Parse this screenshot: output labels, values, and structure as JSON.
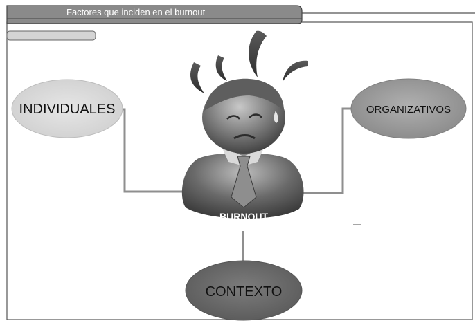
{
  "window": {
    "title": "Factores que inciden en el burnout"
  },
  "diagram": {
    "center_label": "BURNOUT",
    "nodes": {
      "individuales": "INDIVIDUALES",
      "organizativos": "ORGANIZATIVOS",
      "contexto": "CONTEXTO"
    }
  },
  "colors": {
    "title_bar": "#8a8a8a",
    "individuales_fill": "#d9d9d9",
    "organizativos_fill": "#9b9b9b",
    "contexto_fill": "#6e6e6e",
    "connector": "#8f8f8f",
    "figure_dark": "#4a4a4a",
    "figure_light": "#c8c8c8"
  },
  "icons": {
    "center_figure": "stressed-person-icon"
  }
}
